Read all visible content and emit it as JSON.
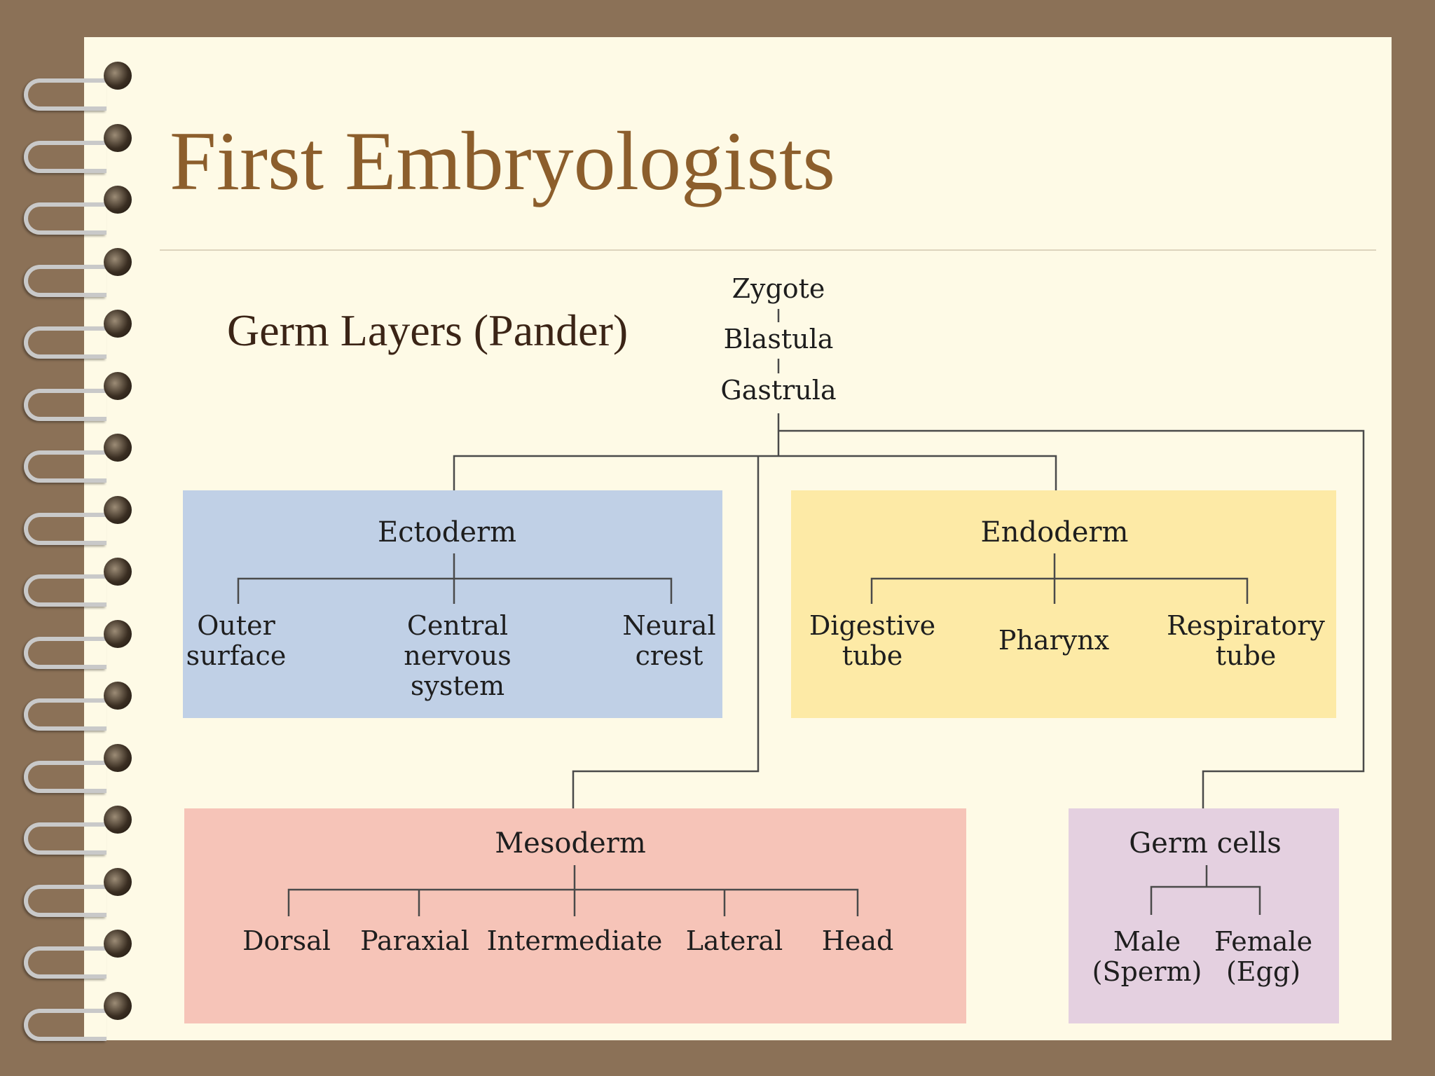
{
  "title": "First Embryologists",
  "subtitle": "Germ Layers (Pander)",
  "diagram": {
    "stages": [
      "Zygote",
      "Blastula",
      "Gastrula"
    ],
    "ectoderm": {
      "label": "Ectoderm",
      "children": [
        "Outer\nsurface",
        "Central\nnervous\nsystem",
        "Neural\ncrest"
      ],
      "color": "#c0d0e6"
    },
    "endoderm": {
      "label": "Endoderm",
      "children": [
        "Digestive\ntube",
        "Pharynx",
        "Respiratory\ntube"
      ],
      "color": "#fdeaa6"
    },
    "mesoderm": {
      "label": "Mesoderm",
      "children": [
        "Dorsal",
        "Paraxial",
        "Intermediate",
        "Lateral",
        "Head"
      ],
      "color": "#f6c4b8"
    },
    "germ_cells": {
      "label": "Germ cells",
      "children": [
        "Male\n(Sperm)",
        "Female\n(Egg)"
      ],
      "color": "#e4d0e0"
    }
  },
  "colors": {
    "title": "#8c5e2c",
    "page": "#fefae6",
    "frame": "#8b7157"
  }
}
